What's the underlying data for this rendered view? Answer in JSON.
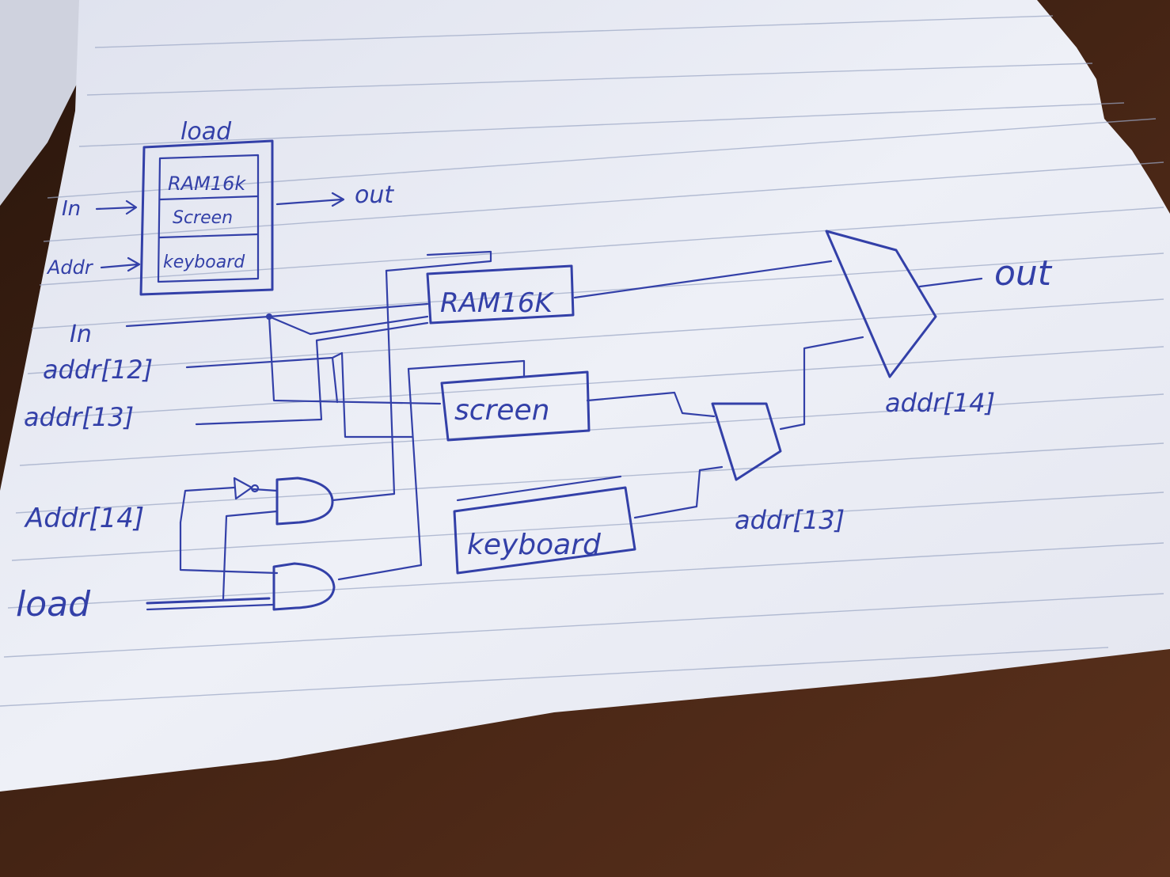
{
  "legend": {
    "load": "load",
    "in": "In",
    "addr": "Addr",
    "ram": "RAM16k",
    "screen": "Screen",
    "keyboard": "keyboard",
    "out": "out"
  },
  "inputs": {
    "in": "In",
    "addr12": "addr[12]",
    "addr13": "addr[13]",
    "addr14": "Addr[14]",
    "load": "load"
  },
  "chips": {
    "ram": "RAM16K",
    "screen": "screen",
    "keyboard": "keyboard"
  },
  "mux": {
    "small_select": "addr[13]",
    "big_select": "addr[14]"
  },
  "output": "out",
  "colors": {
    "ink": "#3340a8",
    "paper": "#eceef6",
    "table": "#3a1f12"
  }
}
